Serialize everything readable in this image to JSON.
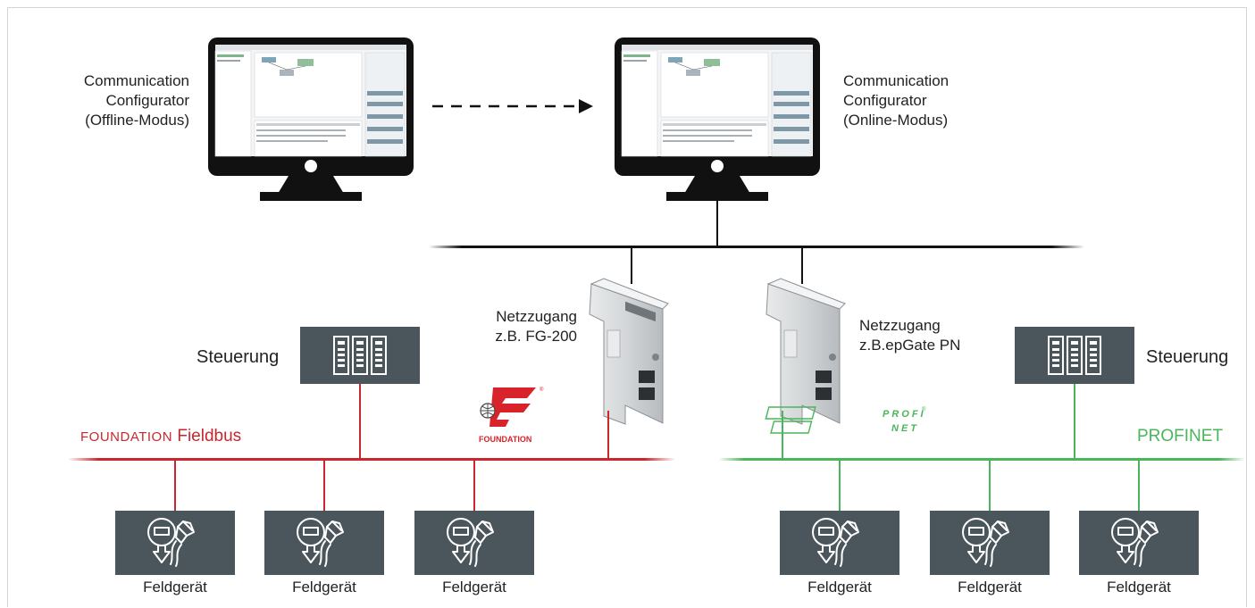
{
  "monitors": [
    {
      "label_line1": "Communication",
      "label_line2": "Configurator",
      "label_line3": "(Offline-Modus)"
    },
    {
      "label_line1": "Communication",
      "label_line2": "Configurator",
      "label_line3": "(Online-Modus)"
    }
  ],
  "gateways": [
    {
      "label_line1": "Netzzugang",
      "label_line2": "z.B. FG-200"
    },
    {
      "label_line1": "Netzzugang",
      "label_line2": "z.B.epGate PN"
    }
  ],
  "controllers": [
    {
      "label": "Steuerung"
    },
    {
      "label": "Steuerung"
    }
  ],
  "networks": {
    "foundation": {
      "label_smallcaps": "FOUNDATION",
      "label_rest": " Fieldbus",
      "color": "#c8282d",
      "logo_text": "FOUNDATION"
    },
    "profinet": {
      "label": "PROFINET",
      "color": "#4ab55a",
      "logo_line1": "PROFI",
      "logo_line2": "NET"
    }
  },
  "field_devices": [
    {
      "label": "Feldgerät"
    },
    {
      "label": "Feldgerät"
    },
    {
      "label": "Feldgerät"
    },
    {
      "label": "Feldgerät"
    },
    {
      "label": "Feldgerät"
    },
    {
      "label": "Feldgerät"
    }
  ],
  "colors": {
    "device_box": "#4a555c",
    "line_dark": "#1a1a1a",
    "fieldbus_red": "#c8282d",
    "profinet_green": "#4ab55a"
  }
}
